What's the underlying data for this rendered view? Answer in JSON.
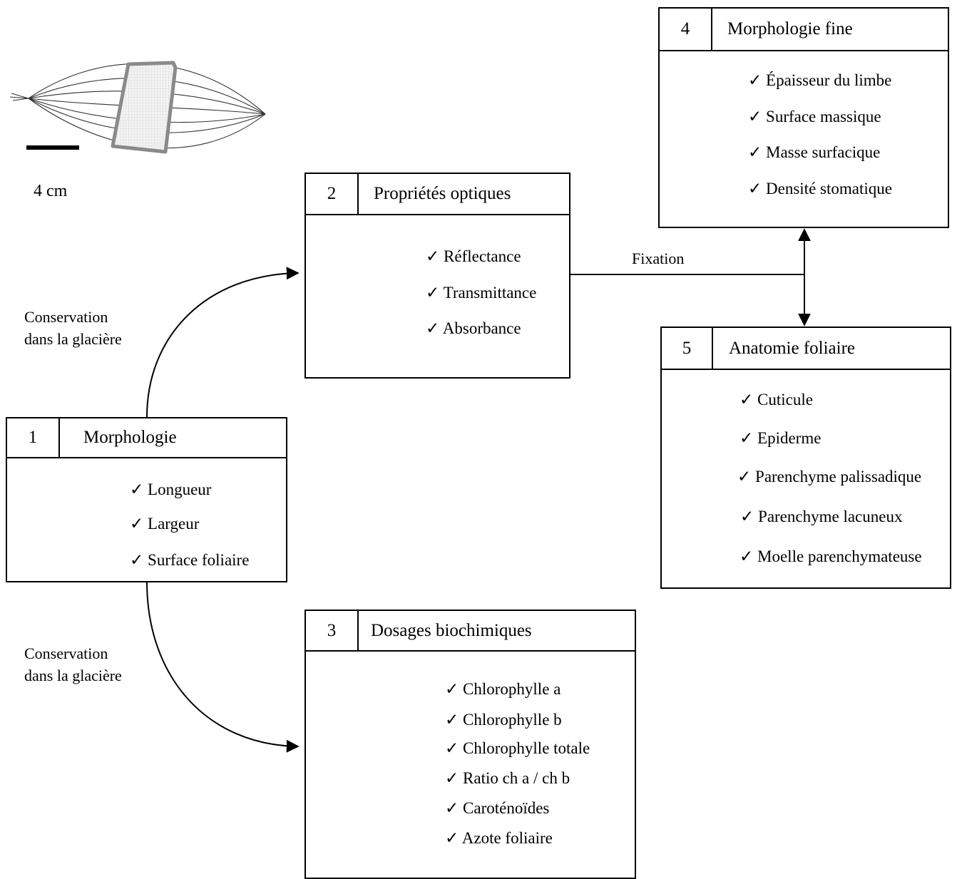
{
  "top_leaf": {
    "scale_label": "4 cm"
  },
  "boxes": {
    "b1": {
      "number": "1",
      "title": "Morphologie",
      "items": [
        "✓ Longueur",
        "✓ Largeur",
        "✓ Surface foliaire"
      ]
    },
    "b2": {
      "number": "2",
      "title": "Propriétés optiques",
      "items": [
        "✓ Réflectance",
        "✓ Transmittance",
        "✓ Absorbance"
      ]
    },
    "b3": {
      "number": "3",
      "title": "Dosages biochimiques",
      "items": [
        "✓ Chlorophylle a",
        "✓ Chlorophylle b",
        "✓ Chlorophylle totale",
        "✓ Ratio ch a / ch b",
        "✓ Caroténoïdes",
        "✓ Azote foliaire"
      ]
    },
    "b4": {
      "number": "4",
      "title": "Morphologie fine",
      "items": [
        "✓ Épaisseur du limbe",
        "✓ Surface massique",
        "✓ Masse surfacique",
        "✓ Densité stomatique"
      ]
    },
    "b5": {
      "number": "5",
      "title": "Anatomie foliaire",
      "items": [
        "✓ Cuticule",
        "✓ Epiderme",
        "✓ Parenchyme palissadique",
        "✓ Parenchyme lacuneux",
        "✓ Moelle parenchymateuse"
      ]
    }
  },
  "connectors": {
    "upper_label": [
      "Conservation",
      "dans la glacière"
    ],
    "lower_label": [
      "Conservation",
      "dans la glacière"
    ],
    "fixation_label": "Fixation"
  }
}
